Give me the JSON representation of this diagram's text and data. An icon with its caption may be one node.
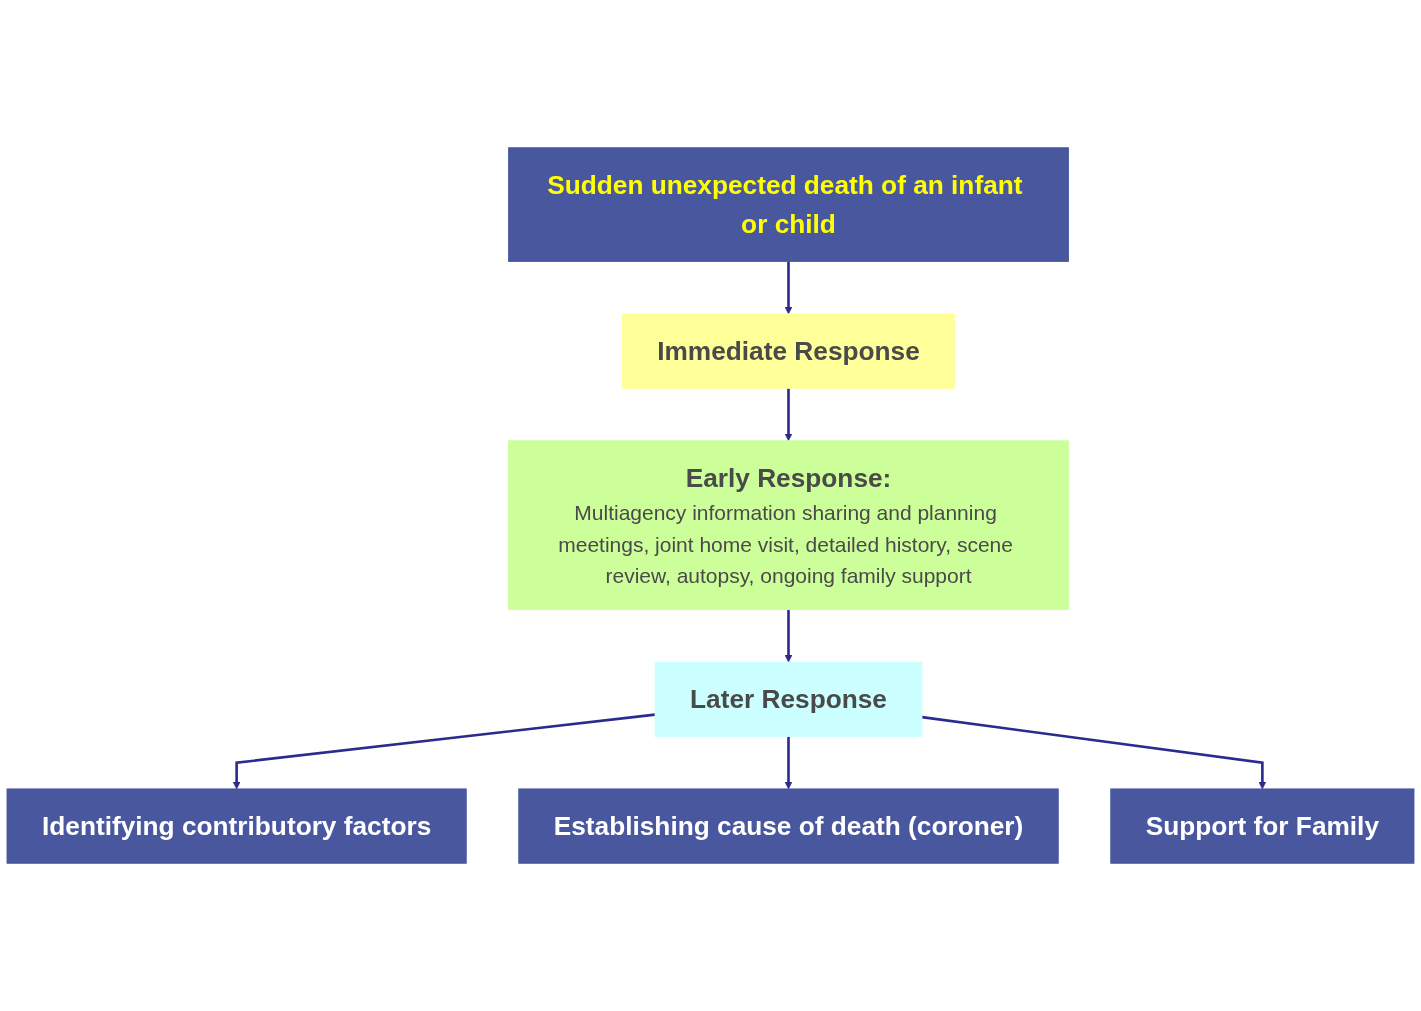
{
  "diagram": {
    "nodes": [
      {
        "text": [
          "Sudden unexpected death of an infant or child"
        ]
      },
      {
        "text": [
          "Immediate Response"
        ]
      },
      {
        "text": [
          "Early Response:",
          "Multiagency information sharing and planning meetings, joint home visit, detailed history, scene review, autopsy, ongoing family support"
        ]
      },
      {
        "text": [
          "Later Response"
        ]
      },
      {
        "text": [
          "Identifying contributory factors"
        ]
      },
      {
        "text": [
          "Establishing cause of death (coroner)"
        ]
      },
      {
        "text": [
          "Support for Family"
        ]
      }
    ],
    "edges": [
      {
        "from": 0,
        "to": 1,
        "arrow": "to"
      },
      {
        "from": 1,
        "to": 2,
        "arrow": "to"
      },
      {
        "from": 2,
        "to": 3,
        "arrow": "to"
      },
      {
        "from": 3,
        "to": 4,
        "arrow": "to"
      },
      {
        "from": 3,
        "to": 5,
        "arrow": "to"
      },
      {
        "from": 3,
        "to": 6,
        "arrow": "to"
      }
    ]
  }
}
